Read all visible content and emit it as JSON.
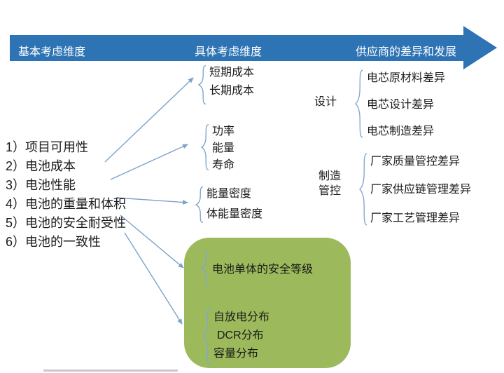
{
  "banner": {
    "color": "#2e74b5",
    "columns": [
      {
        "label": "基本考虑维度"
      },
      {
        "label": "具体考虑维度"
      },
      {
        "label": "供应商的差异和发展"
      }
    ]
  },
  "left_list": {
    "items": [
      "1）项目可用性",
      "2）电池成本",
      "3）电池性能",
      "4）电池的重量和体积",
      "5）电池的安全耐受性",
      "6）电池的一致性"
    ]
  },
  "middle": {
    "cost": {
      "items": [
        "短期成本",
        "长期成本"
      ]
    },
    "performance": {
      "items": [
        "功率",
        "能量",
        "寿命"
      ]
    },
    "density": {
      "items": [
        "能量密度",
        "体能量密度"
      ]
    },
    "green_panel": {
      "color": "#9cba5b",
      "safety": "电池单体的安全等级",
      "consistency": [
        "自放电分布",
        "DCR分布",
        "容量分布"
      ]
    }
  },
  "right": {
    "design": {
      "label": "设计",
      "items": [
        "电芯原材料差异",
        "电芯设计差异",
        "电芯制造差异"
      ]
    },
    "manufacturing": {
      "label_line1": "制造",
      "label_line2": "管控",
      "items": [
        "厂家质量管控差异",
        "厂家供应链管理差异",
        "厂家工艺管理差异"
      ]
    }
  },
  "connector_color": "#7da2c9"
}
